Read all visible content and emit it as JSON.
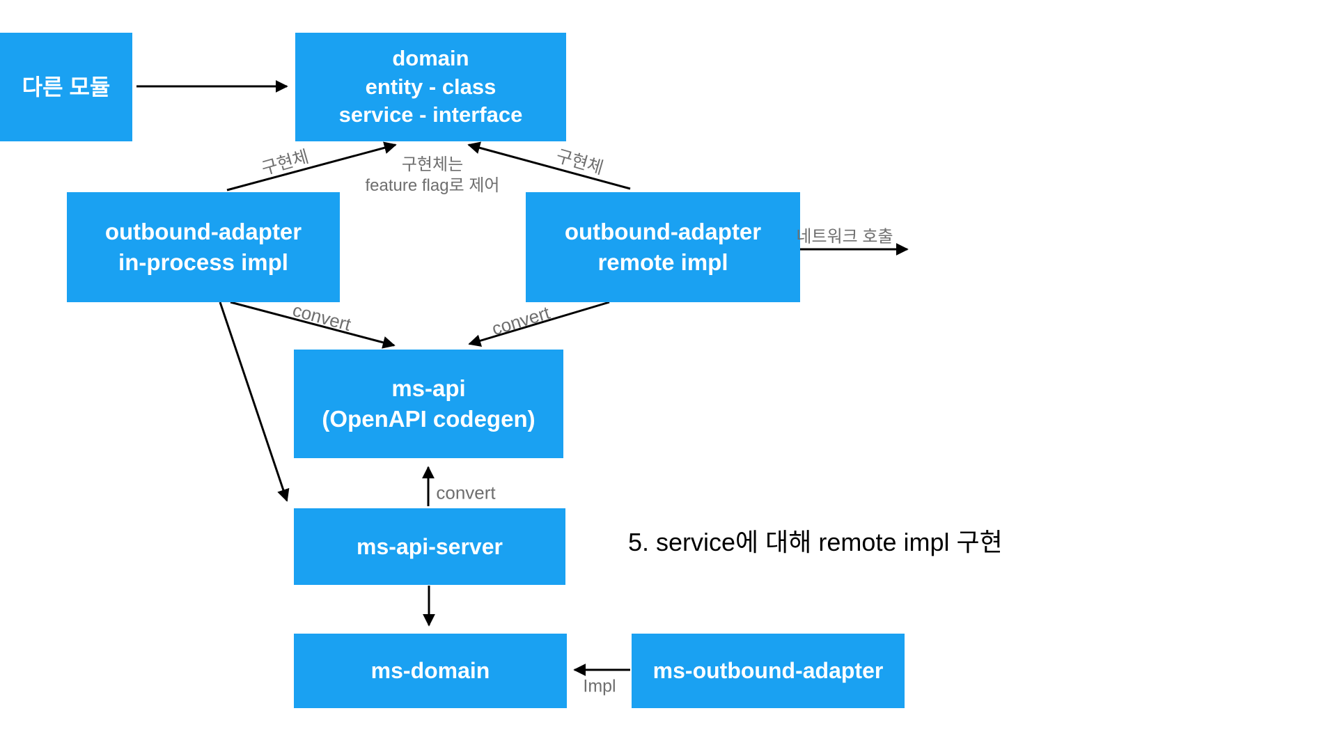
{
  "diagram": {
    "background_color": "#ffffff",
    "node_color": "#1aa1f2",
    "node_text_color": "#ffffff",
    "edge_color": "#000000",
    "label_color": "#6e6e6e",
    "nodes": {
      "other_module": {
        "lines": [
          "다른 모듈"
        ]
      },
      "domain": {
        "lines": [
          "domain",
          "entity - class",
          "service - interface"
        ]
      },
      "outbound_adapter_in_process": {
        "lines": [
          "outbound-adapter",
          "in-process impl"
        ]
      },
      "outbound_adapter_remote": {
        "lines": [
          "outbound-adapter",
          "remote impl"
        ]
      },
      "ms_api": {
        "lines": [
          "ms-api",
          "(OpenAPI codegen)"
        ]
      },
      "ms_api_server": {
        "lines": [
          "ms-api-server"
        ]
      },
      "ms_domain": {
        "lines": [
          "ms-domain"
        ]
      },
      "ms_outbound_adapter": {
        "lines": [
          "ms-outbound-adapter"
        ]
      }
    },
    "edge_labels": {
      "impl_left": "구현체",
      "impl_right": "구현체",
      "feature_flag_note_line1": "구현체는",
      "feature_flag_note_line2": "feature flag로 제어",
      "network_call": "네트워크 호출",
      "convert_left": "convert",
      "convert_right": "convert",
      "convert_up": "convert",
      "impl_bottom": "Impl"
    },
    "annotation": "5. service에 대해 remote impl 구현"
  }
}
